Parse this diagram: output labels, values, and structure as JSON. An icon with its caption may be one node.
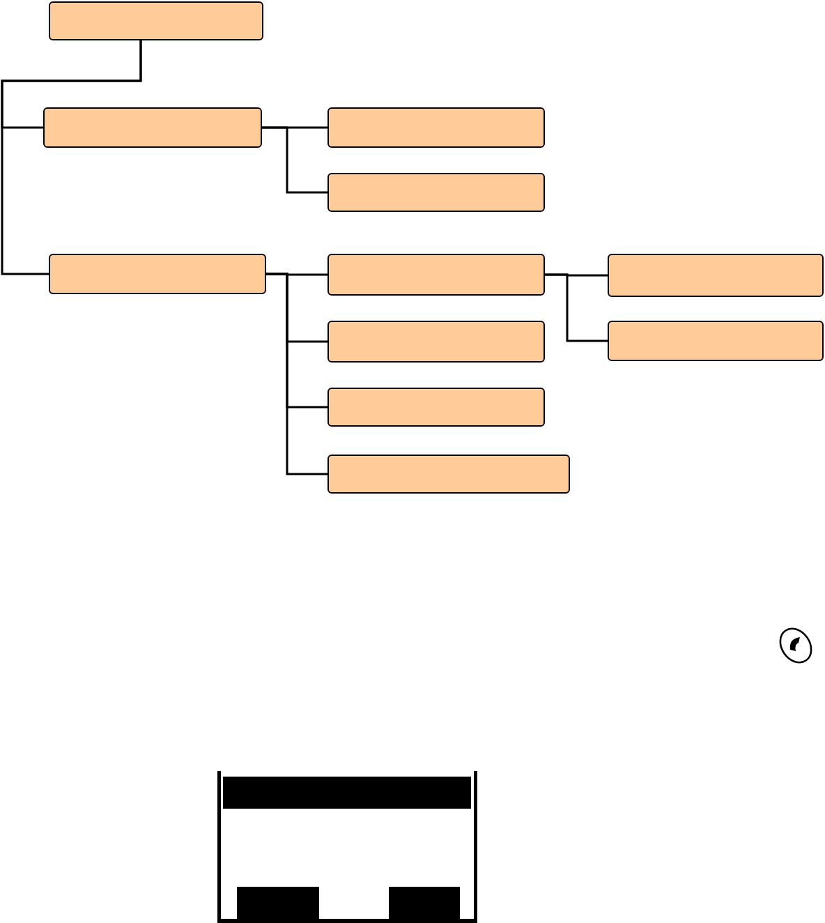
{
  "diagram": {
    "nodes": [
      {
        "text": [],
        "shape": "box"
      },
      {
        "text": [],
        "shape": "box"
      },
      {
        "text": [],
        "shape": "box"
      },
      {
        "text": [],
        "shape": "box"
      },
      {
        "text": [],
        "shape": "box"
      },
      {
        "text": [],
        "shape": "box"
      },
      {
        "text": [],
        "shape": "box"
      },
      {
        "text": [],
        "shape": "box"
      },
      {
        "text": [],
        "shape": "box"
      },
      {
        "text": [],
        "shape": "box"
      },
      {
        "text": [],
        "shape": "box"
      }
    ],
    "edges": [
      {
        "from": 0,
        "to": 1,
        "arrow": "none"
      },
      {
        "from": 0,
        "to": 2,
        "arrow": "none"
      },
      {
        "from": 1,
        "to": 3,
        "arrow": "none"
      },
      {
        "from": 1,
        "to": 4,
        "arrow": "none"
      },
      {
        "from": 2,
        "to": 5,
        "arrow": "none"
      },
      {
        "from": 2,
        "to": 6,
        "arrow": "none"
      },
      {
        "from": 2,
        "to": 7,
        "arrow": "none"
      },
      {
        "from": 2,
        "to": 8,
        "arrow": "none"
      },
      {
        "from": 5,
        "to": 9,
        "arrow": "none"
      },
      {
        "from": 5,
        "to": 10,
        "arrow": "none"
      }
    ]
  }
}
